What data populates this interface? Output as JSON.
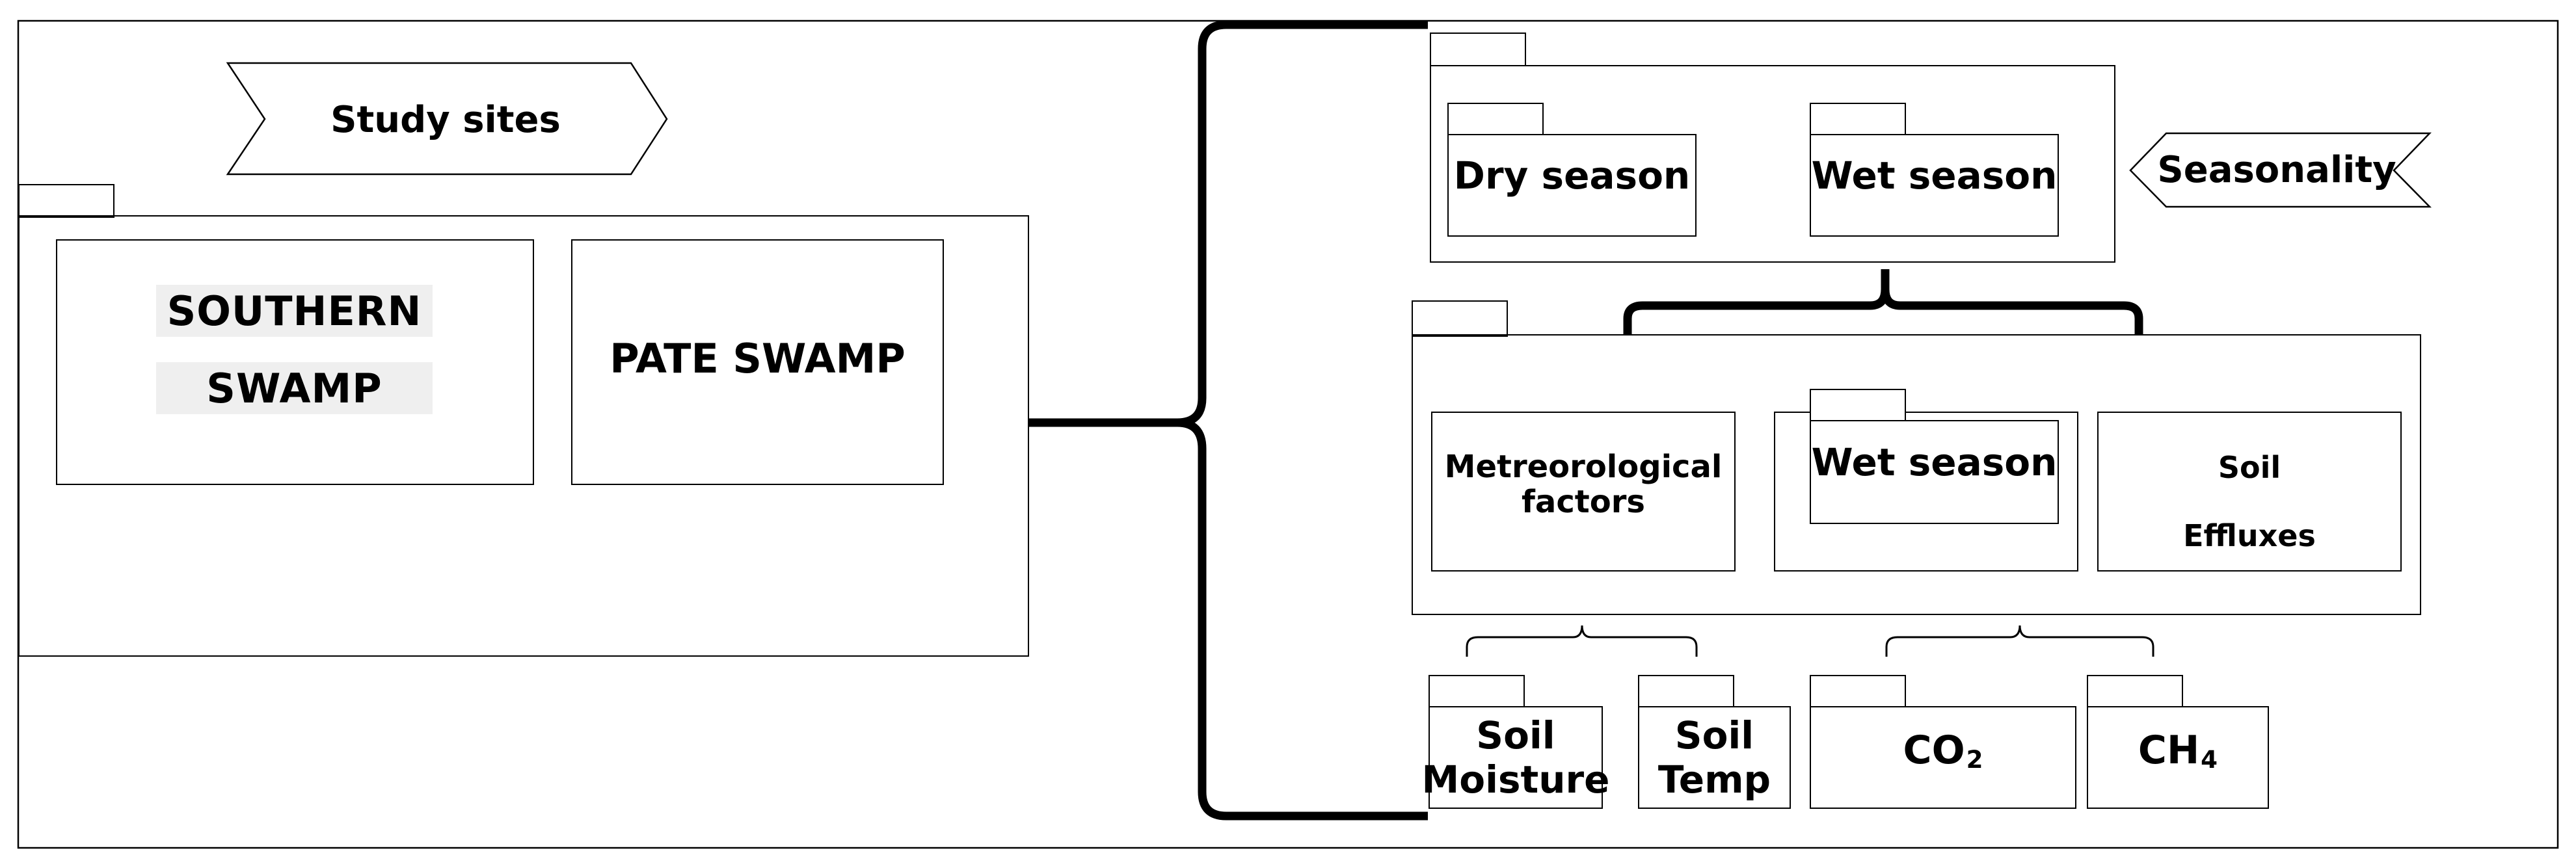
{
  "study_sites": {
    "label": "Study sites",
    "sites": [
      {
        "name_line1": "SOUTHERN",
        "name_line2": "SWAMP"
      },
      {
        "name": "PATE SWAMP"
      }
    ]
  },
  "seasonality": {
    "label": "Seasonality",
    "seasons": [
      "Dry season",
      "Wet season"
    ]
  },
  "factors": {
    "meteorological_line1": "Metreorological",
    "meteorological_line2": "factors",
    "middle_label": "Wet season",
    "soil_line1": "Soil",
    "soil_line2": "Effluxes"
  },
  "measurements": {
    "soil_moisture_line1": "Soil",
    "soil_moisture_line2": "Moisture",
    "soil_temp_line1": "Soil",
    "soil_temp_line2": "Temp",
    "co2_base": "CO",
    "co2_sub": "2",
    "ch4_base": "CH",
    "ch4_sub": "4"
  }
}
